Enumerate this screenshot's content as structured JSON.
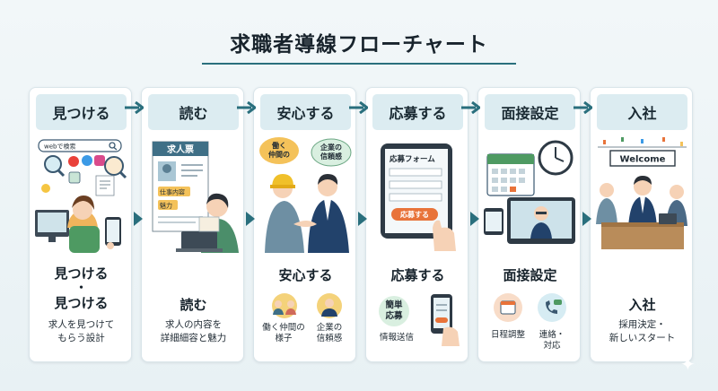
{
  "title": "求職者導線フローチャート",
  "steps": [
    {
      "header": "見つける",
      "big_line1": "見つける",
      "big_dot": "・",
      "big_line2": "見つける",
      "desc_line1": "求人を見つけて",
      "desc_line2": "もらう設計",
      "illustration": {
        "search_box": "webで検索"
      }
    },
    {
      "header": "読む",
      "big": "読む",
      "desc_line1": "求人の内容を",
      "desc_line2": "詳細細容と魅力",
      "illustration": {
        "doc_title": "求人票",
        "tag1": "仕事内容",
        "tag2": "魅力"
      }
    },
    {
      "header": "安心する",
      "big": "安心する",
      "illustration": {
        "bubble1_l1": "働く",
        "bubble1_l2": "仲間の",
        "bubble2_l1": "企業の",
        "bubble2_l2": "信頼感"
      },
      "sub1_l1": "働く仲間の",
      "sub1_l2": "様子",
      "sub2_l1": "企業の",
      "sub2_l2": "信頼感"
    },
    {
      "header": "応募する",
      "big": "応募する",
      "illustration": {
        "form_title": "応募フォーム",
        "form_button": "応募する"
      },
      "sub_badge_l1": "簡単",
      "sub_badge_l2": "応募",
      "sub_text": "情報送信"
    },
    {
      "header": "面接設定",
      "big": "面接設定",
      "sub1": "日程調整",
      "sub2_l1": "連絡・",
      "sub2_l2": "対応"
    },
    {
      "header": "入社",
      "big": "入社",
      "desc_line1": "採用決定・",
      "desc_line2": "新しいスタート",
      "illustration": {
        "banner": "Welcome"
      }
    }
  ],
  "colors": {
    "accent": "#2a6f7d",
    "header_bg": "#dcecf1",
    "orange": "#e8733a",
    "navy": "#22426b"
  },
  "icons": [
    "arrow-right-icon",
    "search-icon",
    "calendar-icon",
    "phone-chat-icon",
    "clock-icon",
    "sparkle-icon"
  ]
}
